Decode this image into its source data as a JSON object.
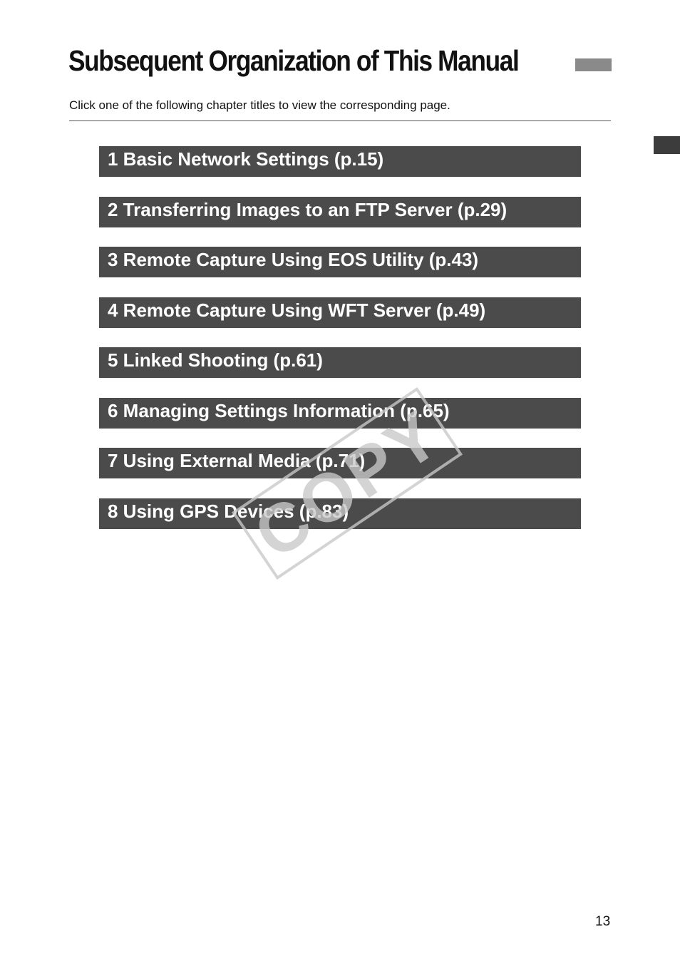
{
  "header": {
    "title": "Subsequent Organization of This Manual"
  },
  "intro": "Click one of the following chapter titles to view the corresponding page.",
  "chapters": [
    {
      "label": "1 Basic Network Settings (p.15)"
    },
    {
      "label": "2 Transferring Images to an FTP Server (p.29)"
    },
    {
      "label": "3 Remote Capture Using EOS Utility (p.43)"
    },
    {
      "label": "4 Remote Capture Using WFT Server (p.49)"
    },
    {
      "label": "5 Linked Shooting (p.61)"
    },
    {
      "label": "6 Managing Settings Information (p.65)"
    },
    {
      "label": "7 Using External Media (p.71)"
    },
    {
      "label": "8 Using GPS Devices (p.83)"
    }
  ],
  "watermark": {
    "text": "COPY"
  },
  "footer": {
    "page_number": "13"
  },
  "colors": {
    "chapter_bar": "#4b4b4b",
    "chapter_text": "#ffffff",
    "title_marker": "#8a8a8a",
    "side_tab": "#3c3c3c",
    "watermark": "#cfcfcf"
  }
}
